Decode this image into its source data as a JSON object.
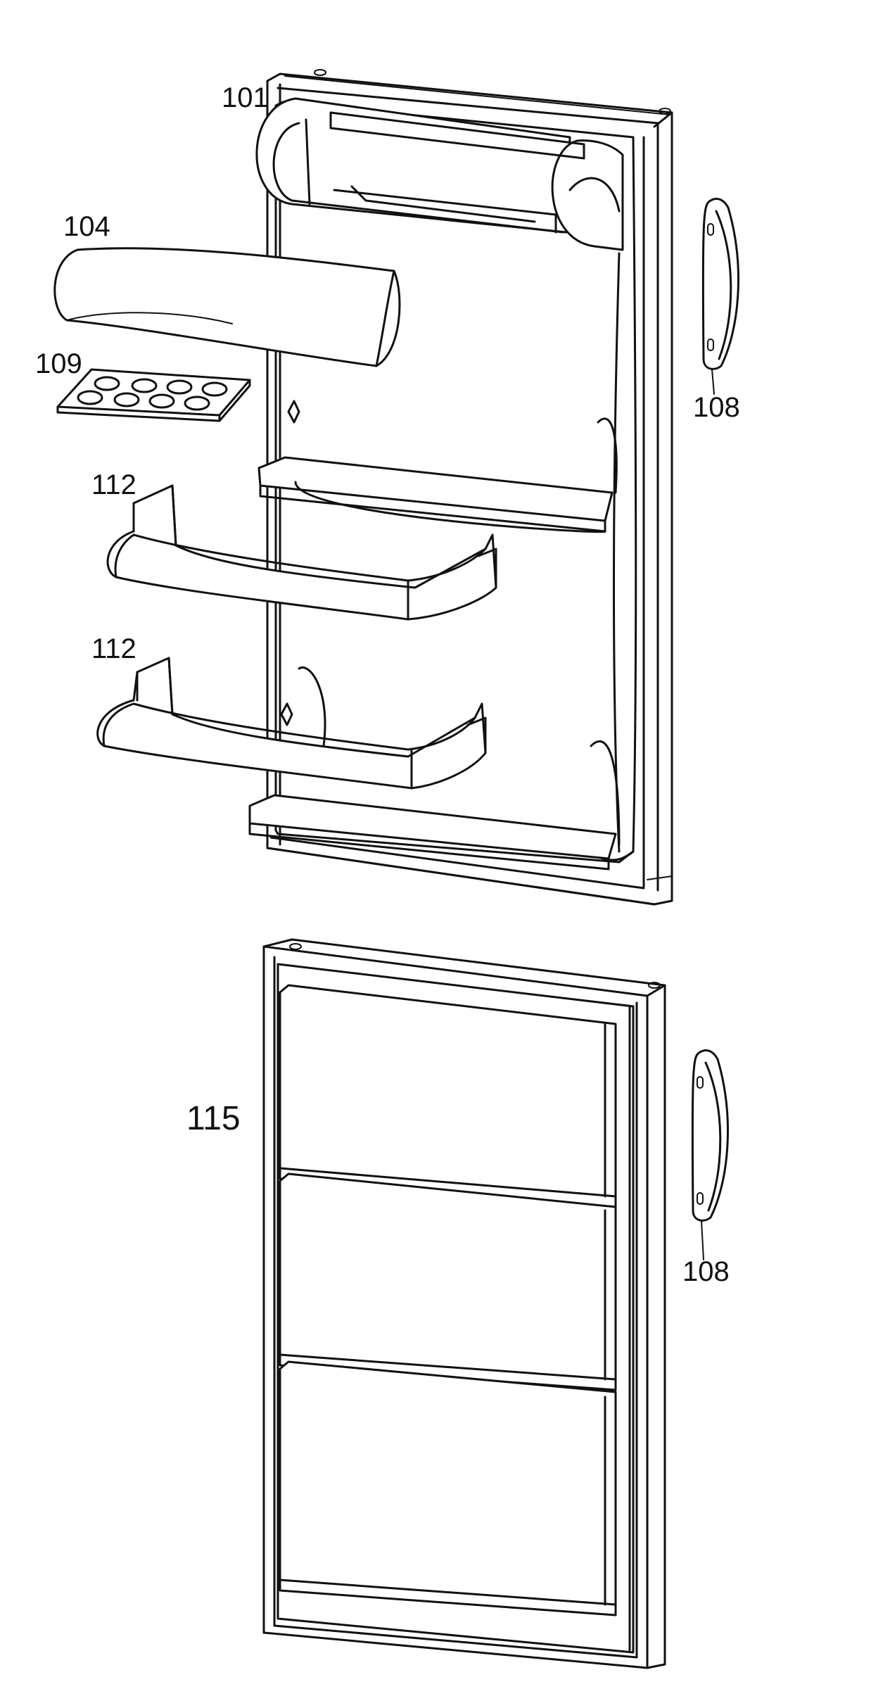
{
  "labels": {
    "door_top": "101",
    "door_shelf_cover": "104",
    "egg_tray": "109",
    "door_bin_upper": "112",
    "door_bin_lower": "112",
    "handle_upper": "108",
    "freezer_door": "115",
    "handle_lower": "108"
  },
  "colors": {
    "line": "#111111",
    "background": "#ffffff"
  }
}
